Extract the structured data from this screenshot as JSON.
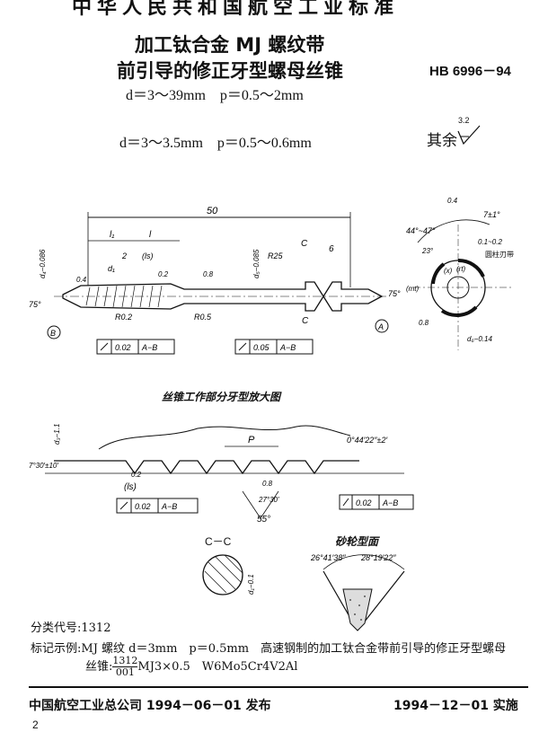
{
  "header": {
    "top_banner": "中华人民共和国航空工业标准",
    "title_line1": "加工钛合金 MJ 螺纹带",
    "title_line2": "前引导的修正牙型螺母丝锥",
    "standard_no": "HB 6996－94",
    "range_main": "d＝3～39mm　p＝0.5～2mm"
  },
  "subrange": "d＝3～3.5mm　p＝0.5～0.6mm",
  "roughness": {
    "label": "其余",
    "value": "3.2"
  },
  "drawing_main": {
    "dim_total": "50",
    "l1": "l₁",
    "l": "l",
    "ls": "(ls)",
    "two": "2",
    "d1": "d₁",
    "d4": "d₄−0.086",
    "d5": "d₅−0.085",
    "r25": "R25",
    "six": "6",
    "c_label": "C",
    "r02": "R0.2",
    "r05": "R0.5",
    "ra04": "0.4",
    "ra02": "0.2",
    "ra08": "0.8",
    "angle75_left": "75°",
    "angle75_right": "75°",
    "datum_b": "B",
    "datum_a": "A",
    "tol1_val": "0.02",
    "tol1_ref": "A−B",
    "tol2_val": "0.05",
    "tol2_ref": "A−B"
  },
  "drawing_end": {
    "ra04": "0.4",
    "ang7": "7±1°",
    "ang44": "44°~47°",
    "flank": "0.1~0.2",
    "cyl_edge": "圆柱刃带",
    "ang23": "23°",
    "rt": "(rt)",
    "mt": "(mt)",
    "x": "(x)",
    "ra08": "0.8",
    "d6": "d₆−0.14"
  },
  "detail_section": {
    "title": "丝锥工作部分牙型放大图",
    "p": "P",
    "ls": "(ls)",
    "ra02": "0.2",
    "ra08": "0.8",
    "ang_left": "7°30′±10′",
    "ang_right": "0°44′22″±2′",
    "ang27": "27°30′",
    "ang55": "55°",
    "dim_left": "d₃−1.1",
    "tol_val": "0.02",
    "tol_ref": "A−B",
    "tol_val2": "0.02",
    "tol_ref2": "A−B"
  },
  "section_cc": {
    "label": "C－C",
    "dim": "d₁−0.1"
  },
  "grinding": {
    "title": "砂轮型面",
    "angle_left": "26°41′38″",
    "angle_right": "28°19′22″"
  },
  "footer_text": {
    "class_code": "分类代号:1312",
    "example_prefix": "标记示例:",
    "example_text": "MJ 螺纹 d＝3mm　p＝0.5mm　高速钢制的加工钛合金带前引导的修正牙型螺母",
    "tap_prefix": "丝锥:",
    "frac_num": "1312",
    "frac_den": "001",
    "tap_spec": "MJ3×0.5　W6Mo5Cr4V2Al"
  },
  "footer": {
    "publisher": "中国航空工业总公司 1994－06－01 发布",
    "implement": "1994－12－01 实施",
    "page": "2"
  }
}
